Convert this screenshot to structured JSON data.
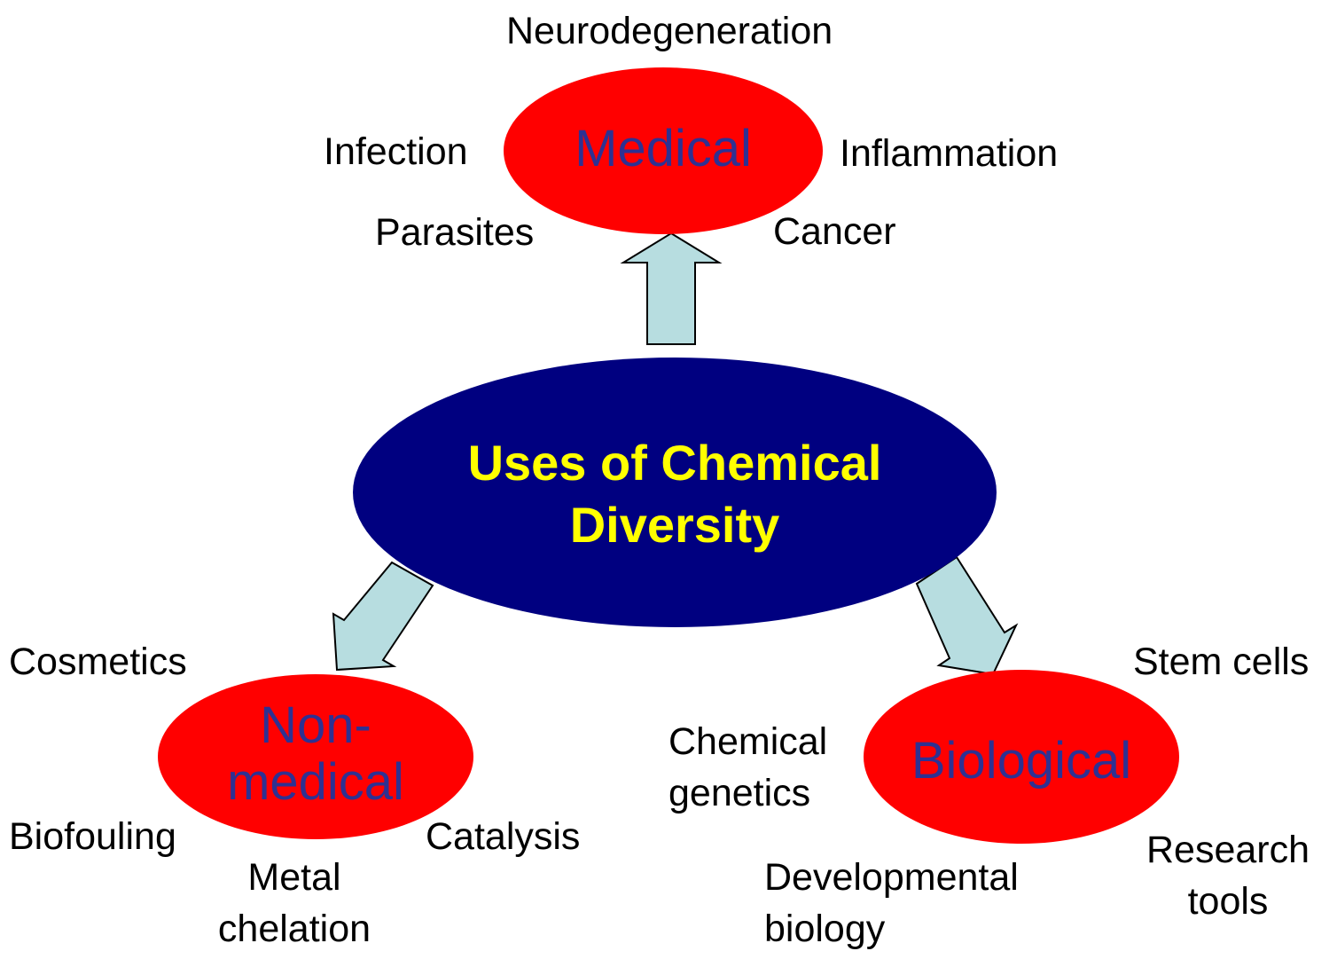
{
  "colors": {
    "central_fill": "#000080",
    "central_text": "#ffff00",
    "category_fill": "#ff0000",
    "category_text": "#2e3192",
    "arrow_fill": "#b7dde0",
    "arrow_stroke": "#000000",
    "label_text": "#000000"
  },
  "center": {
    "line1": "Uses of Chemical",
    "line2": "Diversity"
  },
  "medical": {
    "title": "Medical",
    "labels": {
      "neurodegeneration": "Neurodegeneration",
      "infection": "Infection",
      "inflammation": "Inflammation",
      "parasites": "Parasites",
      "cancer": "Cancer"
    }
  },
  "nonmedical": {
    "line1": "Non-",
    "line2": "medical",
    "labels": {
      "cosmetics": "Cosmetics",
      "biofouling": "Biofouling",
      "catalysis": "Catalysis",
      "metal_1": "Metal",
      "metal_2": "chelation"
    }
  },
  "biological": {
    "title": "Biological",
    "labels": {
      "stem_cells": "Stem cells",
      "chem_gen_1": "Chemical",
      "chem_gen_2": "genetics",
      "research_1": "Research",
      "research_2": "tools",
      "dev_bio_1": "Developmental",
      "dev_bio_2": "biology"
    }
  }
}
